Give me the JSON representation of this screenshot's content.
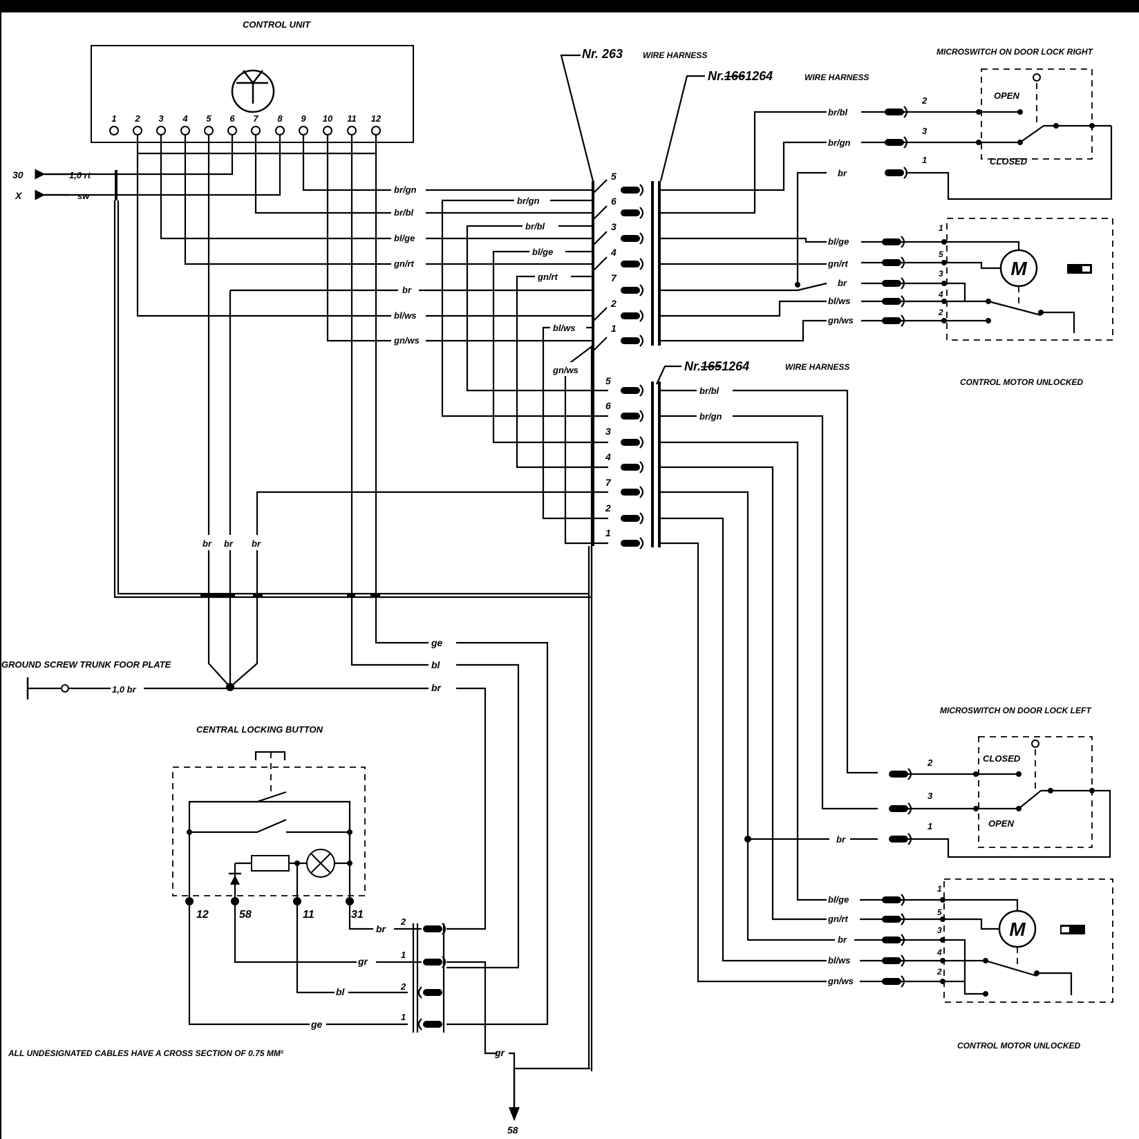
{
  "control_unit": {
    "title": "CONTROL UNIT",
    "pins": [
      "1",
      "2",
      "3",
      "4",
      "5",
      "6",
      "7",
      "8",
      "9",
      "10",
      "11",
      "12"
    ]
  },
  "left_terminals": {
    "t30": "30",
    "t30_wire": "1,0 rt",
    "x": "X",
    "x_wire": "sw"
  },
  "harness_263": {
    "nr": "Nr. 263",
    "label": "WIRE HARNESS"
  },
  "harness_264_top": {
    "nr": "Nr.",
    "struck": "166",
    "rest": "1264",
    "label": "WIRE HARNESS"
  },
  "harness_264_bottom": {
    "nr": "Nr.",
    "struck": "165",
    "rest": "1264",
    "label": "WIRE HARNESS"
  },
  "left_wire_labels": [
    "br/gn",
    "br/bl",
    "bl/ge",
    "gn/rt",
    "br",
    "bl/ws",
    "gn/ws"
  ],
  "mid_wire_labels": [
    "br/gn",
    "br/bl",
    "bl/ge",
    "gn/rt",
    "bl/ws",
    "gn/ws"
  ],
  "connector_top_pins": [
    "5",
    "6",
    "3",
    "4",
    "7",
    "2",
    "1"
  ],
  "connector_bottom_pins": [
    "5",
    "6",
    "3",
    "4",
    "7",
    "2",
    "1"
  ],
  "right_top": {
    "microswitch_title": "MICROSWITCH ON DOOR LOCK RIGHT",
    "switch_wires": [
      "br/bl",
      "br/gn",
      "br"
    ],
    "switch_pins": [
      "2",
      "3",
      "1"
    ],
    "open": "OPEN",
    "closed": "CLOSED",
    "motor_wires": [
      "bl/ge",
      "gn/rt",
      "br",
      "bl/ws",
      "gn/ws"
    ],
    "motor_pins": [
      "1",
      "5",
      "3",
      "4",
      "2"
    ],
    "motor_symbol": "M",
    "motor_title": "CONTROL MOTOR UNLOCKED"
  },
  "bottom_harness_wires": [
    "br/bl",
    "br/gn"
  ],
  "right_bottom": {
    "microswitch_title": "MICROSWITCH ON DOOR LOCK LEFT",
    "switch_wires": [
      "br"
    ],
    "switch_pins": [
      "2",
      "3",
      "1"
    ],
    "open": "OPEN",
    "closed": "CLOSED",
    "motor_wires": [
      "bl/ge",
      "gn/rt",
      "br",
      "bl/ws",
      "gn/ws"
    ],
    "motor_pins": [
      "1",
      "5",
      "3",
      "4",
      "2"
    ],
    "motor_symbol": "M",
    "motor_title": "CONTROL MOTOR UNLOCKED"
  },
  "ground": {
    "vertical_labels": [
      "br",
      "br",
      "br"
    ],
    "title": "GROUND SCREW TRUNK FOOR PLATE",
    "wire": "1,0 br"
  },
  "bus_labels": [
    "ge",
    "bl",
    "br"
  ],
  "button": {
    "title": "CENTRAL LOCKING BUTTON",
    "terminals": [
      "12",
      "58",
      "11",
      "31"
    ],
    "wires": [
      "br",
      "gr",
      "bl",
      "ge"
    ],
    "pins": [
      "2",
      "1",
      "2",
      "1"
    ]
  },
  "bottom_gr": "gr",
  "output_58": "58",
  "note": "ALL UNDESIGNATED CABLES HAVE A CROSS SECTION OF 0.75 MM²"
}
